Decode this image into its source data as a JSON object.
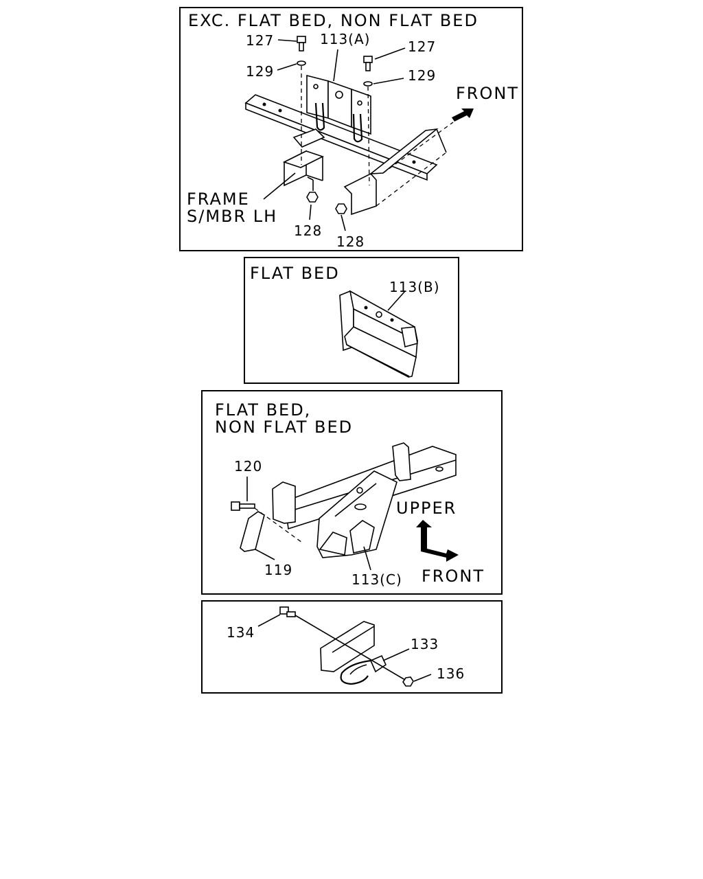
{
  "panels": [
    {
      "heading": "EXC. FLAT BED, NON FLAT BED",
      "callouts": {
        "bolt_left": "127",
        "bolt_right": "127",
        "washer_left": "129",
        "washer_right": "129",
        "bracket": "113(A)",
        "nut_left": "128",
        "nut_right": "128"
      },
      "frame_label_line1": "FRAME",
      "frame_label_line2": "S/MBR LH",
      "arrow_label": "FRONT"
    },
    {
      "heading": "FLAT BED",
      "callouts": {
        "bracket": "113(B)"
      }
    },
    {
      "heading_line1": "FLAT BED,",
      "heading_line2": "NON FLAT BED",
      "callouts": {
        "bolt": "120",
        "plate": "119",
        "bracket": "113(C)"
      },
      "arrow_upper_label": "UPPER",
      "arrow_front_label": "FRONT"
    },
    {
      "callouts": {
        "bolt": "134",
        "hook": "133",
        "nut": "136"
      }
    }
  ]
}
